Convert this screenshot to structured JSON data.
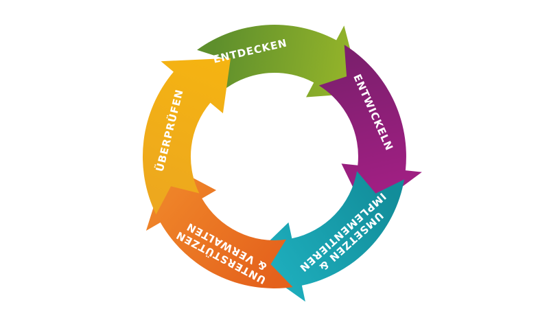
{
  "diagram": {
    "type": "cycle",
    "segments": [
      {
        "id": "entdecken",
        "lines": [
          "ENTDECKEN"
        ],
        "color_light": "#9ab82a",
        "color_dark": "#5e8f2c"
      },
      {
        "id": "entwickeln",
        "lines": [
          "ENTWICKELN"
        ],
        "color_light": "#a61f86",
        "color_dark": "#7d1f6e"
      },
      {
        "id": "umsetzen",
        "lines": [
          "UMSETZEN &",
          "IMPLEMENTIEREN"
        ],
        "color_light": "#1fb1c0",
        "color_dark": "#128d9a"
      },
      {
        "id": "unterstuetzen",
        "lines": [
          "UNTERSTÜTZEN",
          "& VERWALTEN"
        ],
        "color_light": "#f0882a",
        "color_dark": "#e4611c"
      },
      {
        "id": "ueberpruefen",
        "lines": [
          "ÜBERPRÜFEN"
        ],
        "color_light": "#f5b411",
        "color_dark": "#eda81e"
      }
    ]
  }
}
